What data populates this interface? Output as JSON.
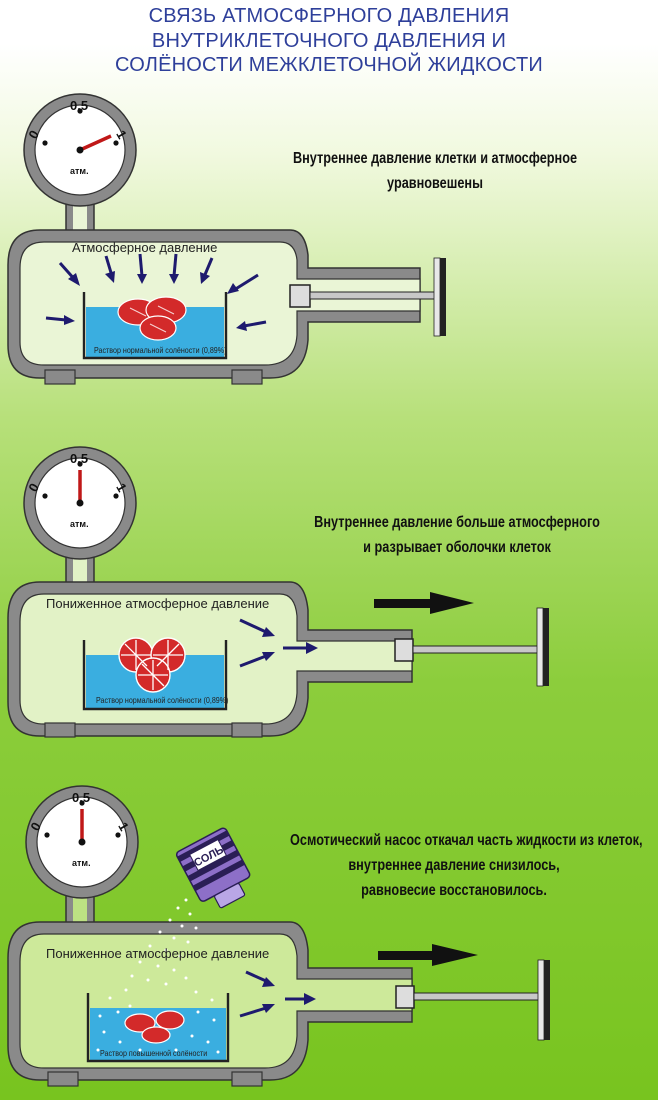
{
  "title": {
    "line1": "СВЯЗЬ АТМОСФЕРНОГО ДАВЛЕНИЯ",
    "line2": "ВНУТРИКЛЕТОЧНОГО ДАВЛЕНИЯ И",
    "line3": "СОЛЁНОСТИ МЕЖКЛЕТОЧНОЙ ЖИДКОСТИ"
  },
  "gauge": {
    "zero": "0",
    "half": "0,5",
    "one": "1",
    "unit": "атм."
  },
  "panels": [
    {
      "caption_line1": "Внутреннее давление клетки и атмосферное",
      "caption_line2": "уравновешены",
      "chamber_label": "Атмосферное давление",
      "solution_label": "Раствор нормальной солёности (0,89%)",
      "gauge_reading": 1
    },
    {
      "caption_line1": "Внутреннее давление больше атмосферного",
      "caption_line2": "и разрывает оболочки клеток",
      "chamber_label": "Пониженное атмосферное давление",
      "solution_label": "Раствор нормальной солёности (0,89%)",
      "gauge_reading": 0.5
    },
    {
      "caption_line1": "Осмотический насос откачал часть жидкости из клеток,",
      "caption_line2": "внутреннее давление снизилось,",
      "caption_line3": "равновесие восстановилось.",
      "chamber_label": "Пониженное атмосферное давление",
      "solution_label": "Раствор повышенной солёности",
      "shaker_label": "СОЛЬ",
      "gauge_reading": 0.5
    }
  ],
  "colors": {
    "title": "#2e3f9a",
    "tank": "#8a8a8a",
    "water": "#3aaee0",
    "cell": "#d32a2a",
    "arrow": "#1e1a6e",
    "shaker": "#8d6fc8"
  }
}
